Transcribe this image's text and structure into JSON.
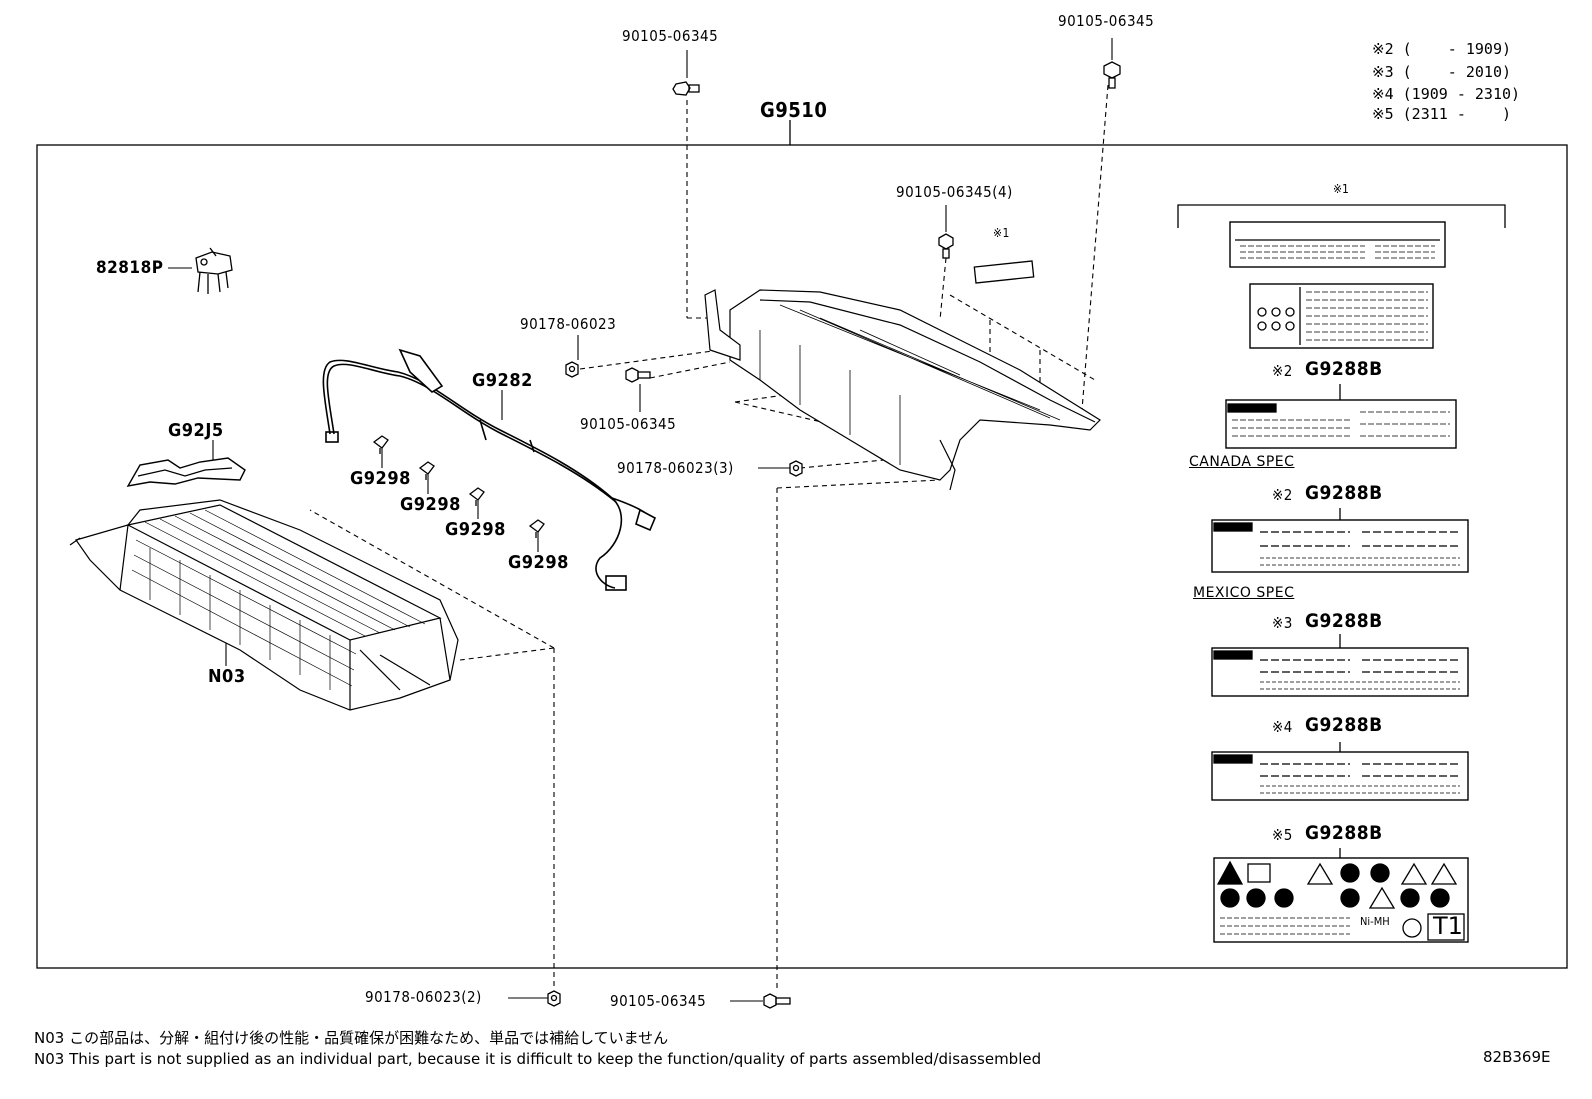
{
  "labels": {
    "bolt_top_left": "90105-06345",
    "bolt_top_right": "90105-06345",
    "assembly": "G9510",
    "bolt_x4": "90105-06345(4)",
    "note_mark_cover": "※1",
    "clamp": "82818P",
    "nut_mid": "90178-06023",
    "wire_harness": "G9282",
    "bolt_mid": "90105-06345",
    "nut_x3": "90178-06023(3)",
    "bracket": "G92J5",
    "clip_1": "G9298",
    "clip_2": "G9298",
    "clip_3": "G9298",
    "clip_4": "G9298",
    "battery_module": "N03",
    "nut_x2_bottom": "90178-06023(2)",
    "bolt_bottom": "90105-06345"
  },
  "legend": [
    "※2 (    - 1909)",
    "※3 (    - 2010)",
    "※4 (1909 - 2310)",
    "※5 (2311 -    )"
  ],
  "label_panel": {
    "bracket_mark": "※1",
    "g1_mark": "※2",
    "g1_part": "G9288B",
    "canada_spec": "CANADA SPEC",
    "g2_mark": "※2",
    "g2_part": "G9288B",
    "mexico_spec": "MEXICO SPEC",
    "g3_mark": "※3",
    "g3_part": "G9288B",
    "g4_mark": "※4",
    "g4_part": "G9288B",
    "g5_mark": "※5",
    "g5_part": "G9288B",
    "ni_mh": "Ni-MH",
    "t1": "T1"
  },
  "notes": {
    "jp": "N03 この部品は、分解・組付け後の性能・品質確保が困難なため、単品では補給していません",
    "en": "N03 This part is not supplied as an individual part, because it is difficult to keep the function/quality of parts assembled/disassembled"
  },
  "diagram_code": "82B369E"
}
